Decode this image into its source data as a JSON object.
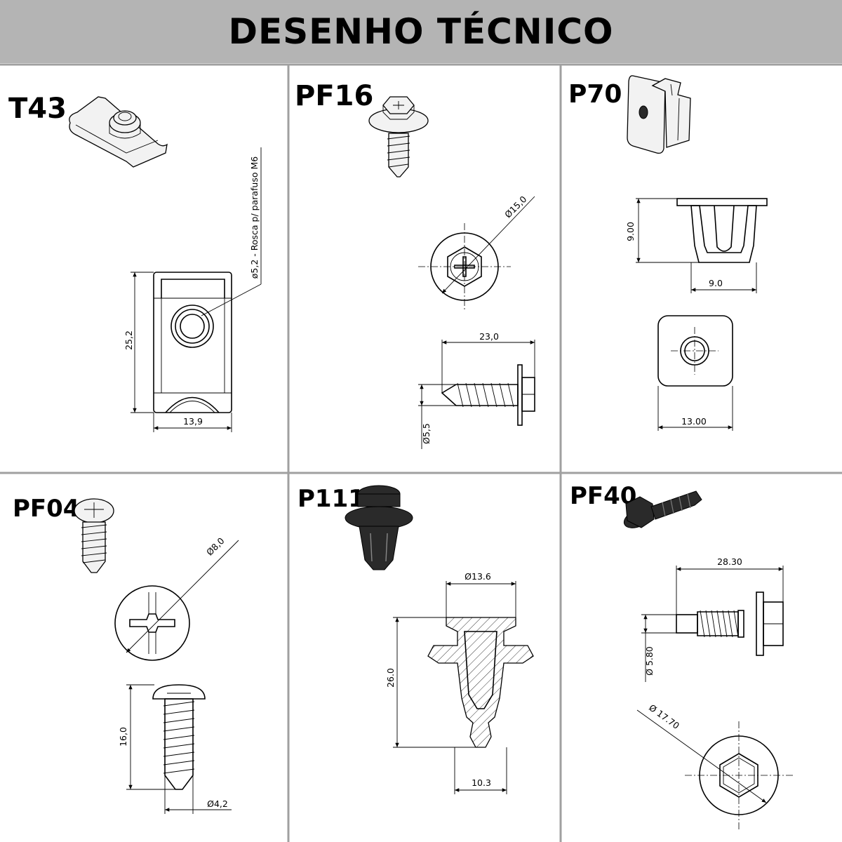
{
  "header": {
    "title": "DESENHO TÉCNICO"
  },
  "panels": {
    "t43": {
      "code": "T43",
      "thread_note": "ø5,2 - Rosca p/ parafuso M6",
      "height": "25,2",
      "width": "13,9"
    },
    "pf16": {
      "code": "PF16",
      "head_diameter": "Ø15,0",
      "length": "23,0",
      "thread_diameter": "Ø5,5"
    },
    "p70": {
      "code": "P70",
      "height": "9.00",
      "width": "9.0",
      "flange_width": "13.00"
    },
    "pf04": {
      "code": "PF04",
      "head_diameter": "Ø8,0",
      "length": "16,0",
      "thread_diameter": "Ø4,2"
    },
    "p111": {
      "code": "P111",
      "head_diameter": "Ø13.6",
      "height": "26.0",
      "stem_width": "10.3"
    },
    "pf40": {
      "code": "PF40",
      "length": "28.30",
      "thread_diameter": "Ø 5.80",
      "flange_diameter": "Ø 17.70"
    }
  },
  "colors": {
    "header_bg": "#b4b4b4",
    "line": "#000000",
    "grid": "#a0a0a0"
  }
}
